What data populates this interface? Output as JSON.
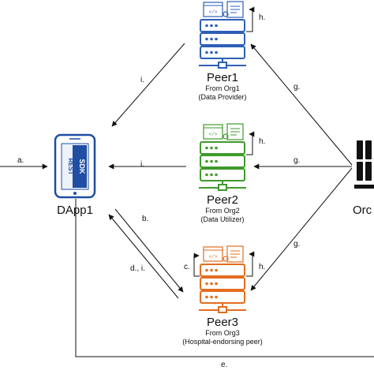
{
  "colors": {
    "dapp": "#1f4ea3",
    "peer1": "#2d5fb8",
    "peer2": "#3f9a2c",
    "peer3": "#e36d1f",
    "line": "#111111"
  },
  "icons": {
    "contract": "document-code-icon",
    "ledger": "chain-document-icon",
    "server": "server-stack-icon",
    "phone": "mobile-device-icon",
    "orderer": "orderer-server-icon"
  },
  "dapp": {
    "name": "DApp1",
    "rest_label": "REST",
    "sdk_label": "SDK"
  },
  "peers": [
    {
      "name": "Peer1",
      "org": "From Org1",
      "role": "(Data Provider)"
    },
    {
      "name": "Peer2",
      "org": "From Org2",
      "role": "(Data Utilizer)"
    },
    {
      "name": "Peer3",
      "org": "From Org3",
      "role": "(Hospital-endorsing peer)"
    }
  ],
  "orderer": {
    "name": "Orc"
  },
  "edges": {
    "a": "a.",
    "b": "b.",
    "c": "c.",
    "di": "d., i.",
    "e": "e.",
    "g1": "g.",
    "g2": "g.",
    "g3": "g.",
    "h1": "h.",
    "h2": "h.",
    "h3": "h.",
    "i1": "i.",
    "i2": "i."
  }
}
